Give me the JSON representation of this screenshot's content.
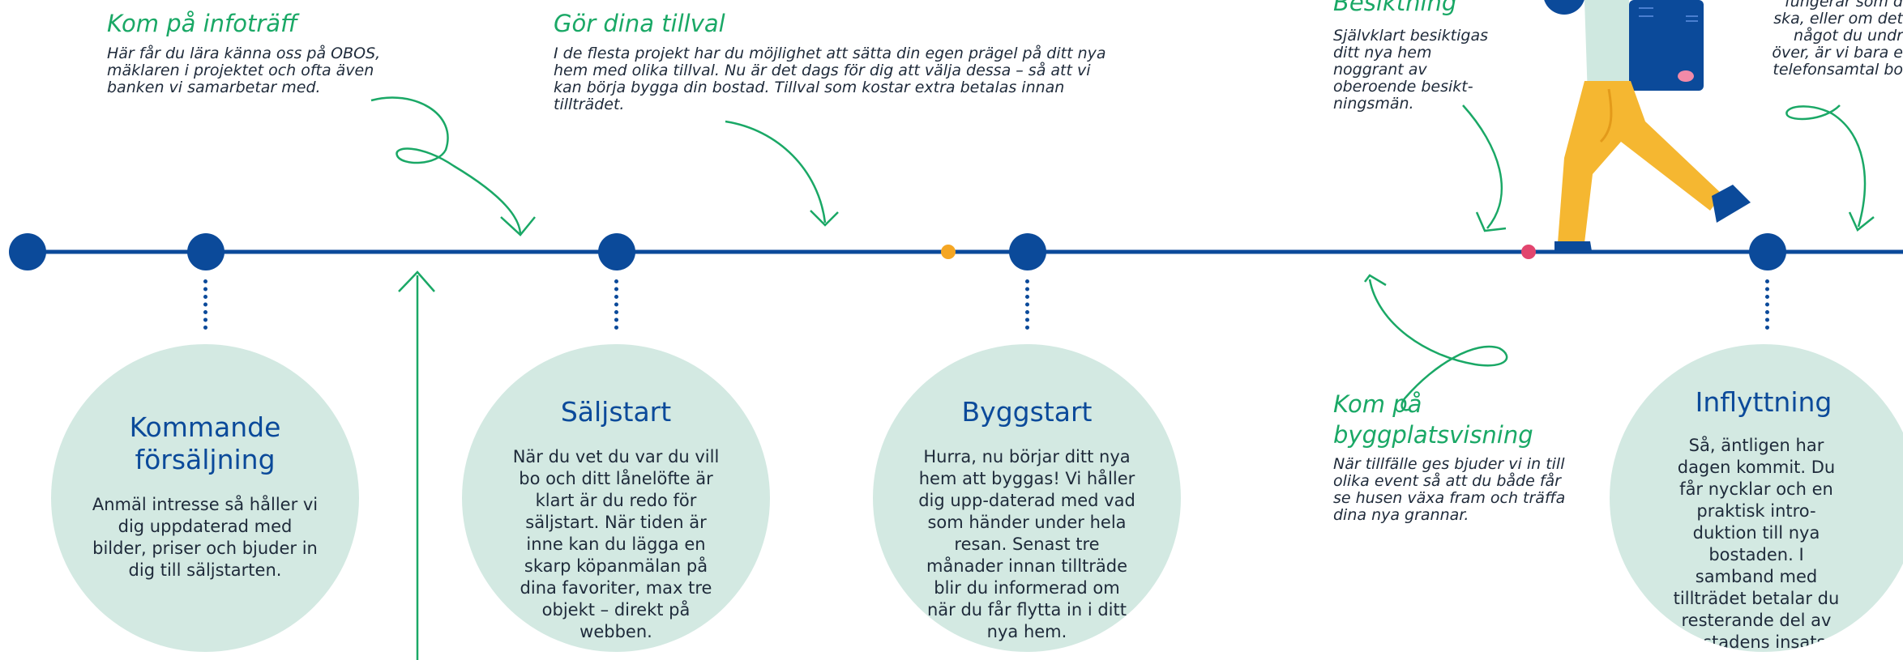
{
  "notes": {
    "infotraff": {
      "title": "Kom på infoträff",
      "text": "Här får du lära känna oss på OBOS, mäklaren i projektet och ofta även banken vi samarbetar med."
    },
    "tillval": {
      "title": "Gör dina tillval",
      "text": "I de flesta projekt har du möjlighet att sätta din egen prägel på ditt nya hem med olika tillval. Nu är det dags för dig att välja dessa – så att vi kan börja bygga din bostad. Tillval som kostar extra betalas innan tillträdet."
    },
    "besiktning": {
      "title": "Besiktning",
      "text": "Självklart besiktigas ditt nya hem noggrant av oberoende besikt-ningsmän."
    },
    "byggplats": {
      "title": "Kom på byggplatsvisning",
      "text": "När tillfälle ges bjuder vi in till olika event så att du både får se husen växa fram och träffa dina nya grannar."
    },
    "cut_right": {
      "text": "fungerar som d ska, eller om det något du undr över, är vi bara e telefonsamtal bo"
    }
  },
  "milestones": {
    "kommande": {
      "title": "Kommande försäljning",
      "text": "Anmäl intresse så håller vi dig uppdaterad med bilder, priser och bjuder in dig till säljstarten."
    },
    "saljstart": {
      "title": "Säljstart",
      "text": "När du vet du var du vill bo och ditt lånelöfte är klart är du redo för säljstart. När tiden är inne kan du lägga en skarp köpanmälan på dina favoriter, max tre objekt – direkt på webben."
    },
    "byggstart": {
      "title": "Byggstart",
      "text": "Hurra, nu börjar ditt nya hem att byggas! Vi håller dig upp-daterad med vad som händer under hela resan. Senast tre månader innan tillträde blir du informerad om när du får flytta in i ditt nya hem."
    },
    "inflyttning": {
      "title": "Inflyttning",
      "text": "Så, äntligen har dagen kommit. Du får nycklar och en praktisk intro-duktion till nya bostaden. I samband med tillträdet betalar du resterande del av bostadens insats. Välkommen hem!"
    }
  },
  "colors": {
    "timeline": "#0b4a9a",
    "accent_green": "#1aa866",
    "circle_fill": "#d3e9e2",
    "dot_orange": "#f5a623",
    "dot_pink": "#e2456e",
    "figure_yellow": "#f5b731"
  }
}
